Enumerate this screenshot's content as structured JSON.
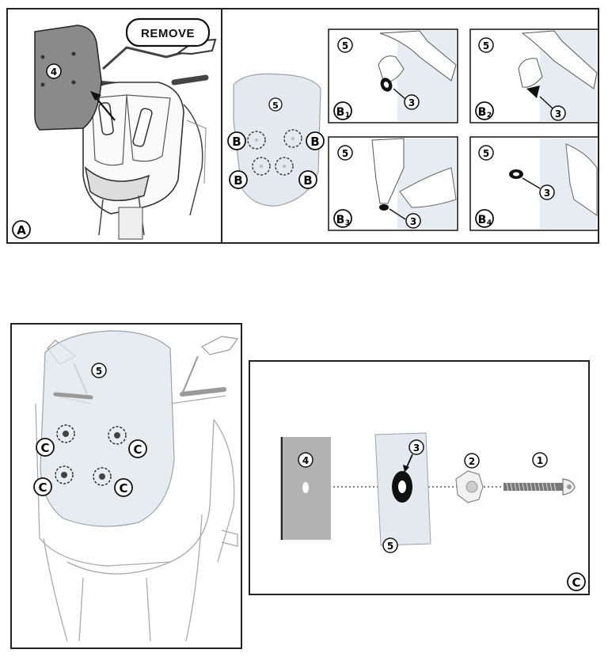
{
  "top_panel": {
    "section_a": {
      "remove_tag": "REMOVE",
      "part_label": "4",
      "panel_label": "A"
    },
    "section_b": {
      "screen_label": "5",
      "marker_label": "B",
      "steps": [
        {
          "step_letter": "B",
          "step_index": "1",
          "screen_label": "5",
          "part_label": "3"
        },
        {
          "step_letter": "B",
          "step_index": "2",
          "screen_label": "5",
          "part_label": "3"
        },
        {
          "step_letter": "B",
          "step_index": "3",
          "screen_label": "5",
          "part_label": "3"
        },
        {
          "step_letter": "B",
          "step_index": "4",
          "screen_label": "5",
          "part_label": "3"
        }
      ]
    }
  },
  "bottom_left_panel": {
    "screen_label": "5",
    "marker_label": "C"
  },
  "exploded_view": {
    "panel_label": "C",
    "parts": [
      {
        "label": "4",
        "name": "bracket plate"
      },
      {
        "label": "5",
        "name": "windscreen"
      },
      {
        "label": "3",
        "name": "rubber grommet"
      },
      {
        "label": "2",
        "name": "nut"
      },
      {
        "label": "1",
        "name": "screw"
      }
    ]
  },
  "colors": {
    "outline": "#222222",
    "screen_tint": "#e4e9ef",
    "plate_gray": "#b3b3b3",
    "dark_gray": "#8a8a8a"
  }
}
